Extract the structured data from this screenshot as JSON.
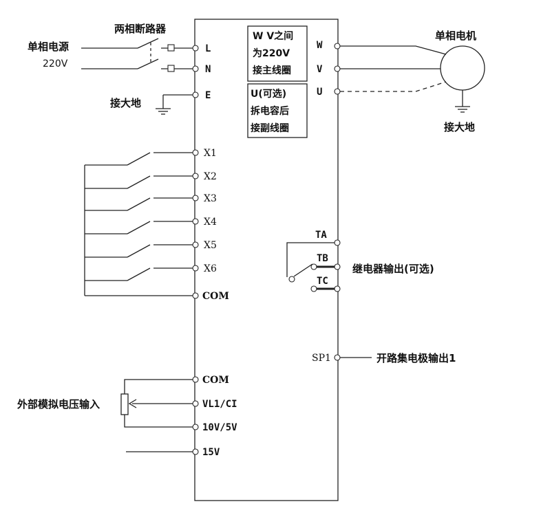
{
  "labels": {
    "breaker": "两相断路器",
    "supply": "单相电源",
    "supply_voltage": "220V",
    "ground_left": "接大地",
    "motor": "单相电机",
    "ground_right": "接大地",
    "relay_output": "继电器输出(可选)",
    "open_collector": "开路集电极输出1",
    "analog_input": "外部模拟电压输入"
  },
  "note_box_1": [
    "W V之间",
    "为220V",
    "接主线圈"
  ],
  "note_box_2": [
    "U(可选)",
    "拆电容后",
    "接副线圈"
  ],
  "left_terminals": {
    "L": "L",
    "N": "N",
    "E": "E",
    "X1": "X1",
    "X2": "X2",
    "X3": "X3",
    "X4": "X4",
    "X5": "X5",
    "X6": "X6",
    "COM1": "COM",
    "COM2": "COM",
    "VL1": "VL1/CI",
    "REF": "10V/5V",
    "V15": "15V"
  },
  "right_terminals": {
    "W": "W",
    "V": "V",
    "U": "U",
    "TA": "TA",
    "TB": "TB",
    "TC": "TC",
    "SP1": "SP1"
  }
}
